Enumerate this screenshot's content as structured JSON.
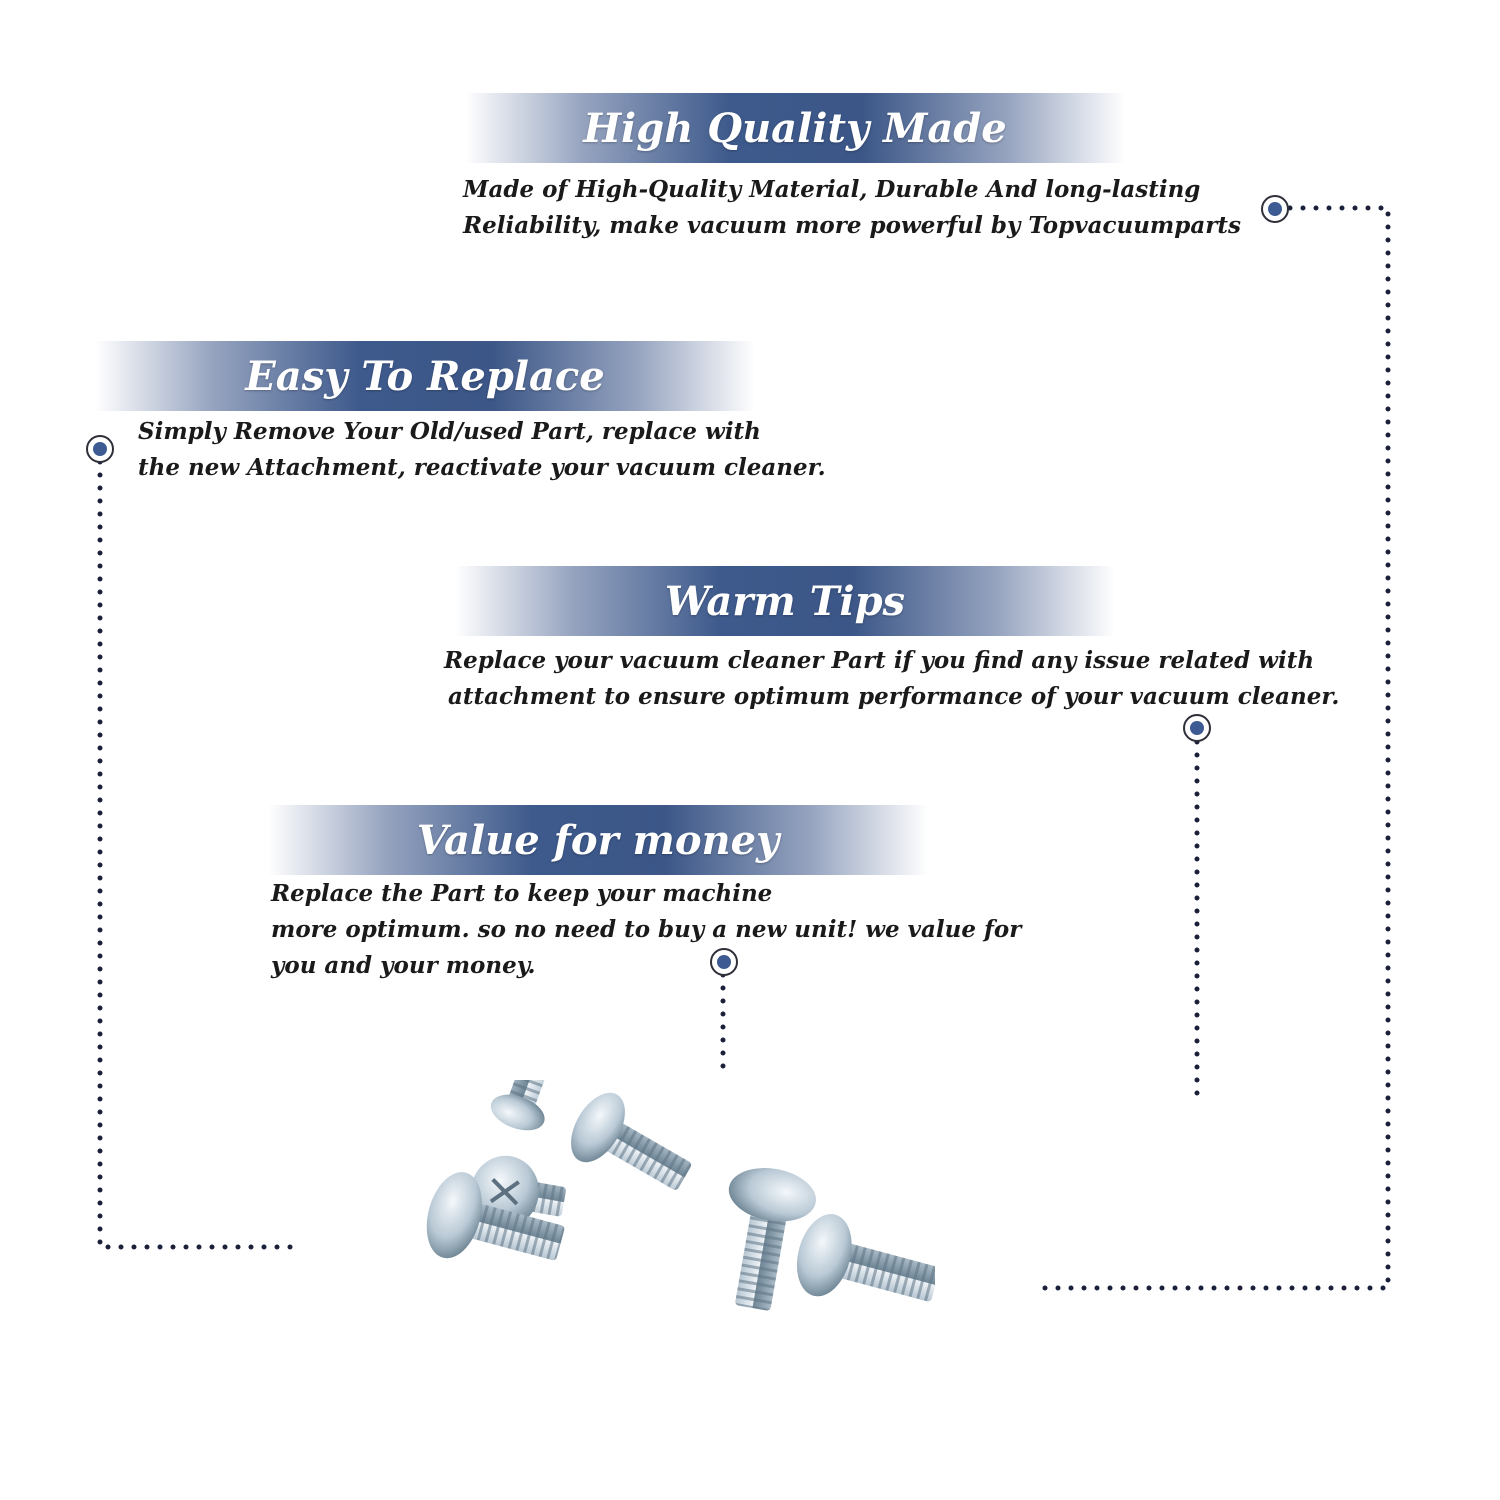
{
  "colors": {
    "banner": "#3e5a8c",
    "marker": "#3d5a93",
    "dots": "#1a1f3a"
  },
  "sections": [
    {
      "title": "High Quality Made",
      "lines": [
        "Made of  High-Quality Material, Durable And long-lasting",
        "Reliability, make vacuum more powerful by Topvacuumparts"
      ]
    },
    {
      "title": "Easy To Replace",
      "lines": [
        "Simply Remove Your Old/used Part, replace with",
        "the new Attachment, reactivate your vacuum cleaner."
      ]
    },
    {
      "title": "Warm Tips",
      "lines": [
        "Replace your vacuum cleaner Part if you find any issue related with",
        "attachment to ensure optimum performance of your vacuum cleaner."
      ]
    },
    {
      "title": "Value for money",
      "lines": [
        "Replace the Part to keep your machine",
        "more optimum. so no need to buy a new unit! we value for",
        "you and your money."
      ]
    }
  ],
  "product_image": {
    "icon": "screws-image"
  }
}
